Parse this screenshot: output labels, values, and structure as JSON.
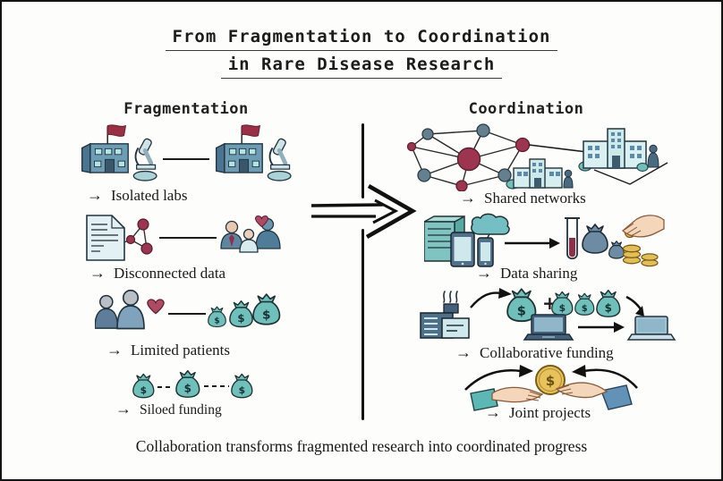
{
  "title": {
    "line1": "From Fragmentation to Coordination",
    "line2": "in Rare Disease Research"
  },
  "left_column": {
    "heading": "Fragmentation",
    "items": [
      {
        "label": "Isolated labs",
        "icons": [
          "lab-building",
          "microscope",
          "lab-building",
          "microscope"
        ]
      },
      {
        "label": "Disconnected data",
        "icons": [
          "document",
          "data-network",
          "patient-group",
          "heart"
        ]
      },
      {
        "label": "Limited patients",
        "icons": [
          "patients",
          "heart",
          "money-bags"
        ]
      },
      {
        "label": "Siloed funding",
        "icons": [
          "money-bags-dashed"
        ]
      }
    ]
  },
  "right_column": {
    "heading": "Coordination",
    "items": [
      {
        "label": "Shared networks",
        "icons": [
          "network-graph",
          "hospital-building",
          "hospital-building"
        ]
      },
      {
        "label": "Data sharing",
        "icons": [
          "server",
          "tablet",
          "phone",
          "cloud",
          "arrow",
          "test-tube",
          "money-bags",
          "coins",
          "hand"
        ]
      },
      {
        "label": "Collaborative funding",
        "icons": [
          "printer",
          "money-bags",
          "laptop",
          "arrow",
          "laptop"
        ]
      },
      {
        "label": "Joint projects",
        "icons": [
          "hands-exchanging-coin",
          "curved-arrows"
        ]
      }
    ]
  },
  "caption": "Collaboration transforms fragmented research into coordinated progress",
  "glyphs": {
    "label_arrow": "→",
    "dollar": "$",
    "plus": "+"
  },
  "palette": {
    "ink": "#1b1b1b",
    "maroon": "#9e3550",
    "teal_bag": "#6fbfba",
    "blue_bag": "#6d8ca3",
    "steel_blue": "#5d8aa8",
    "building_blue": "#6d9db5",
    "light_teal": "#cfe8ec",
    "pale_building": "#d8f0f0",
    "gold": "#e3bd55",
    "skin": "#f4d7bb",
    "background": "#fdfdfb"
  }
}
